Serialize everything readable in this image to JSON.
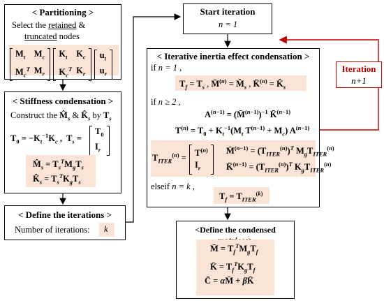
{
  "partitioning": {
    "title": "< Partitioning >",
    "line1": "Select the",
    "retained": "retained",
    "amp": "&",
    "truncated": "truncated",
    "nodes": "nodes",
    "mat_M": [
      "M",
      "M",
      "M",
      "M"
    ],
    "mat_K": [
      "K",
      "K",
      "K",
      "K"
    ],
    "vec_u": [
      "u",
      "u"
    ]
  },
  "stiffness": {
    "title": "< Stiffness condensation >",
    "construct": "Construct the",
    "by": "by",
    "T0_eq": "T₀ = −K_t⁻¹ K_c",
    "Ms_eq": "M̂ₛ = TₛᵀM_gTₛ",
    "Ks_eq": "K̂ₛ = TₛᵀK_gTₛ"
  },
  "define_iterations": {
    "title": "< Define the iterations >",
    "label": "Number of iterations:",
    "value": "k"
  },
  "start": {
    "title": "Start iteration",
    "n_eq": "n = 1"
  },
  "iterative": {
    "title": "< Iterative inertia effect condensation >",
    "if1": "if",
    "cond1": "n = 1 ,",
    "if2": "if",
    "cond2": "n ≥ 2 ,",
    "elseif": "elseif",
    "cond3": "n = k ,"
  },
  "iteration_loop": {
    "label": "Iteration",
    "value": "n+1"
  },
  "condensed": {
    "title": "<Define the condensed matrices>"
  },
  "colors": {
    "shade": "#fbe4d5",
    "loop": "#c00000",
    "dash": "#9a9a9a"
  }
}
